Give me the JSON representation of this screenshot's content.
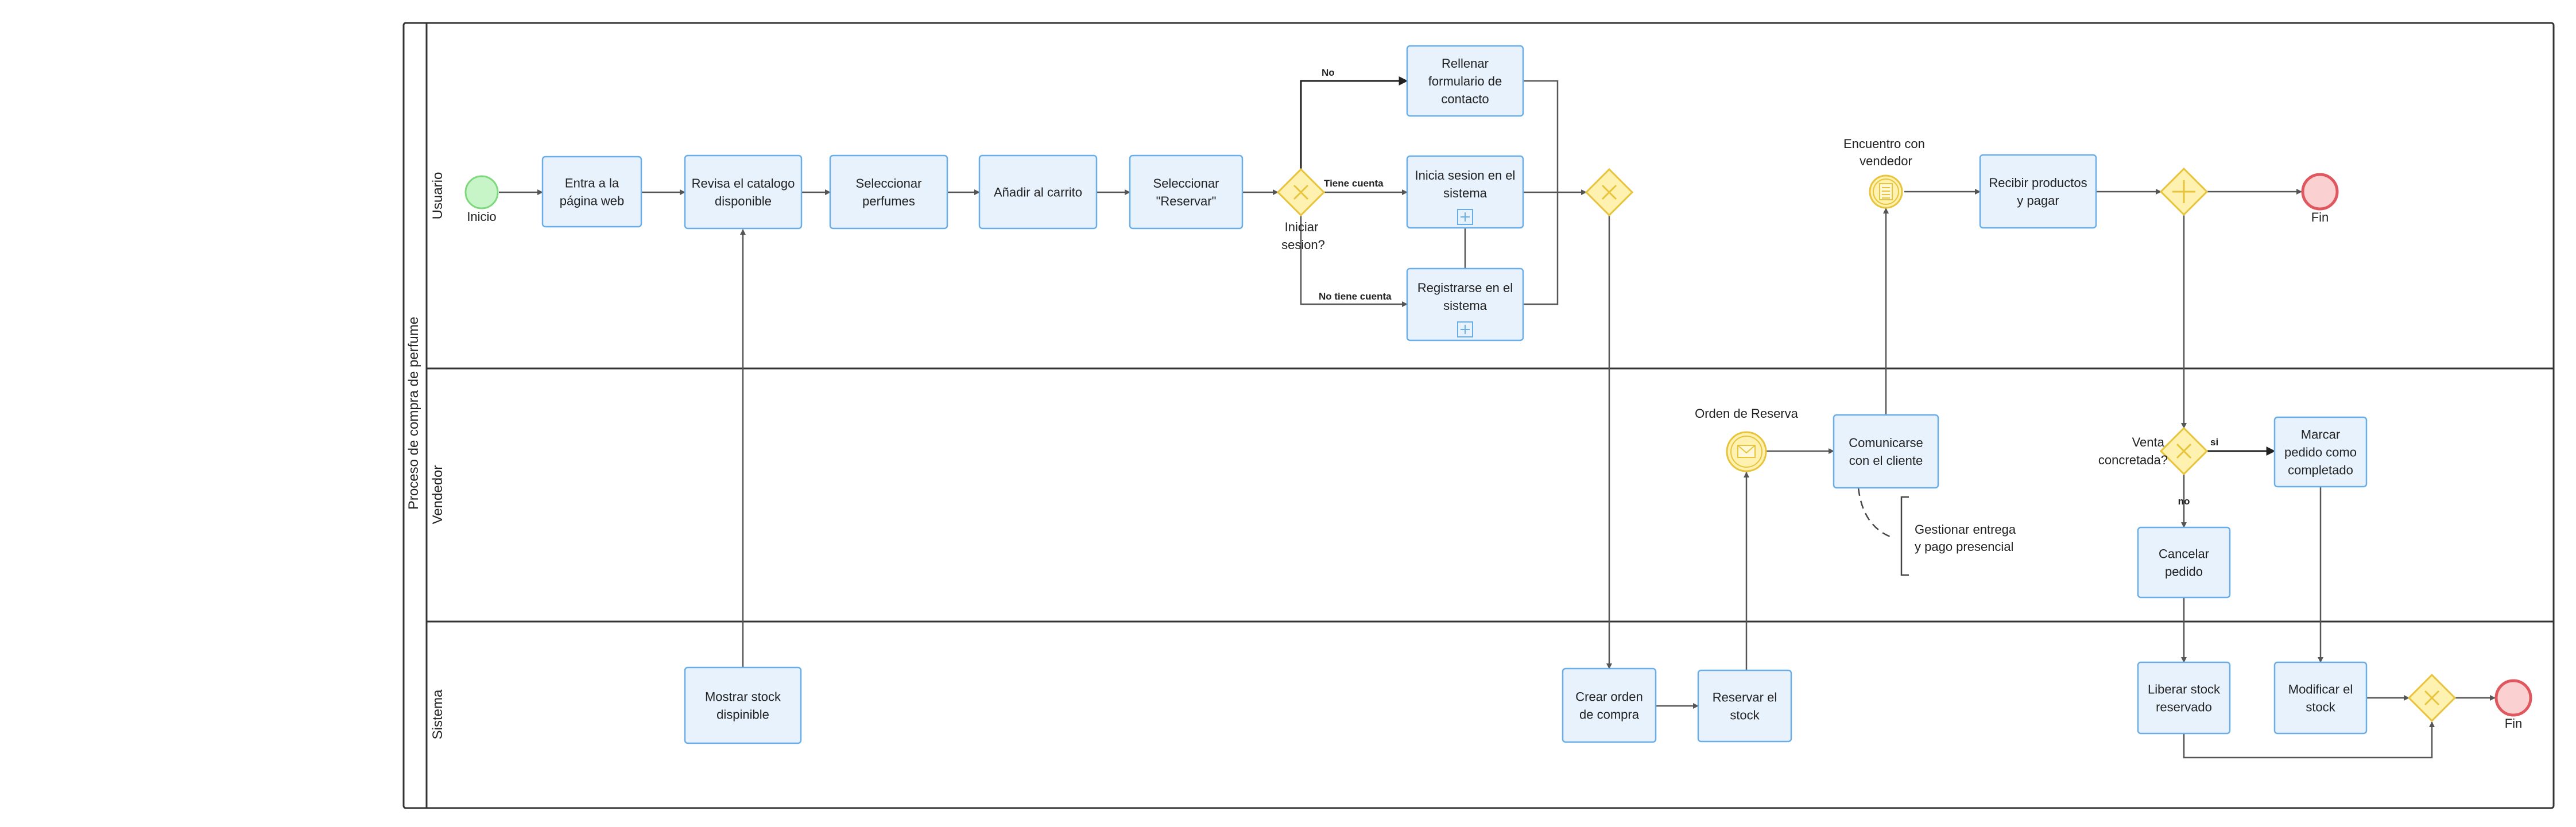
{
  "pool": {
    "title": "Proceso de compra de perfume"
  },
  "lanes": {
    "usuario": "Usuario",
    "vendedor": "Vendedor",
    "sistema": "Sistema"
  },
  "tasks": {
    "entra": [
      "Entra a la",
      "página web"
    ],
    "revisa": [
      "Revisa el catalogo",
      "disponible"
    ],
    "seleccionar": [
      "Seleccionar",
      "perfumes"
    ],
    "anadir": [
      "Añadir al carrito"
    ],
    "reservar_btn": [
      "Seleccionar",
      "\"Reservar\""
    ],
    "rellenar": [
      "Rellenar",
      "formulario de",
      "contacto"
    ],
    "inicia": [
      "Inicia sesion en el",
      "sistema"
    ],
    "registrarse": [
      "Registrarse en el",
      "sistema"
    ],
    "recibir": [
      "Recibir productos",
      "y pagar"
    ],
    "comunicarse": [
      "Comunicarse",
      "con el cliente"
    ],
    "marcar": [
      "Marcar",
      "pedido como",
      "completado"
    ],
    "cancelar": [
      "Cancelar",
      "pedido"
    ],
    "mostrar": [
      "Mostrar stock",
      "dispinible"
    ],
    "crear": [
      "Crear orden",
      "de compra"
    ],
    "reservar_stock": [
      "Reservar el",
      "stock"
    ],
    "liberar": [
      "Liberar stock",
      "reservado"
    ],
    "modificar": [
      "Modificar el",
      "stock"
    ]
  },
  "events": {
    "inicio": "Inicio",
    "fin1": "Fin",
    "fin2": "Fin",
    "encuentro": [
      "Encuentro con",
      "vendedor"
    ],
    "orden": "Orden de Reserva"
  },
  "gateways": {
    "iniciar": [
      "Iniciar",
      "sesion?"
    ],
    "venta": [
      "Venta",
      "concretada?"
    ]
  },
  "edges": {
    "no": "No",
    "tiene_cuenta": "Tiene cuenta",
    "no_tiene_cuenta": "No tiene cuenta",
    "si": "si",
    "no_lower": "no"
  },
  "annotation": [
    "Gestionar entrega",
    "y pago presencial"
  ],
  "colors": {
    "task_fill": "#e8f2fd",
    "task_stroke": "#6aaee8",
    "gateway_fill": "#fff2b0",
    "gateway_stroke": "#e8c33c",
    "start_fill": "#c8f5c8",
    "start_stroke": "#7ed87e",
    "end_fill": "#fbd0d0",
    "end_stroke": "#e0585f",
    "line": "#555555"
  }
}
